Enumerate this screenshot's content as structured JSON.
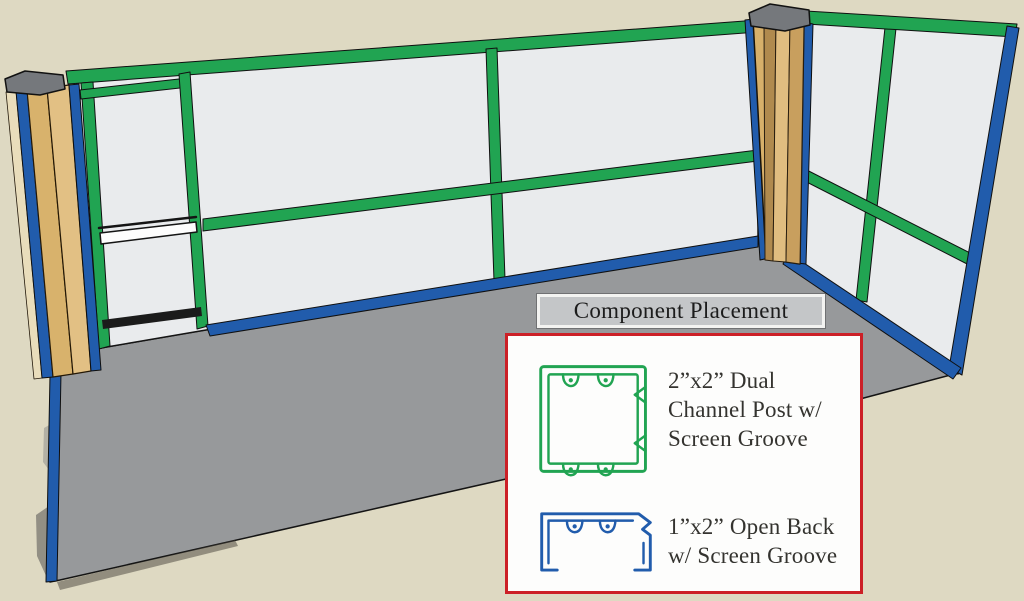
{
  "legend": {
    "title": "Component Placement",
    "items": [
      {
        "icon": "green-profile-icon",
        "accent_color": "#21a452",
        "lines": [
          "2”x2” Dual",
          "Channel Post w/",
          "Screen Groove"
        ]
      },
      {
        "icon": "blue-profile-icon",
        "accent_color": "#215cac",
        "lines": [
          "1”x2” Open Back",
          "w/ Screen Groove"
        ]
      }
    ]
  },
  "scene": {
    "colors": {
      "background": "#ded9c2",
      "floor": "#97999b",
      "screen_panel": "#e9ebed",
      "frame_green": "#21a452",
      "frame_blue": "#215cac",
      "wood_light": "#e2c084",
      "wood_mid": "#d8b26c",
      "post_cap_gray": "#75787c",
      "legend_border_red": "#cc2027",
      "title_box_fill": "#c4c6c8",
      "door_kick_bar": "#1b1b1b",
      "door_push_bar": "#fdfdfd"
    },
    "elements": [
      "floor-slab",
      "front-wall",
      "screen-door",
      "right-wall",
      "corner-post",
      "left-post"
    ]
  }
}
